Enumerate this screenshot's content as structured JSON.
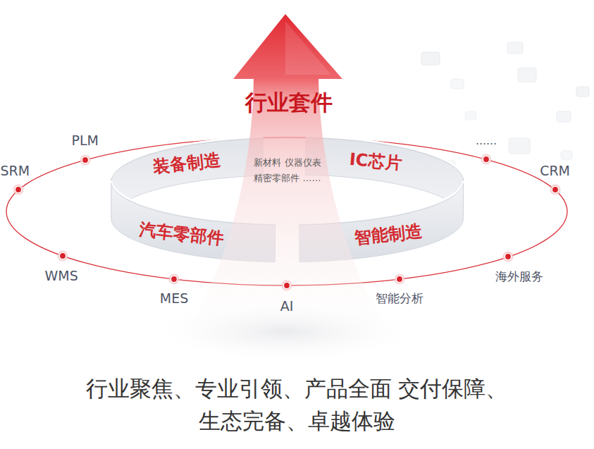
{
  "diagram": {
    "caption": "行业聚焦、专业引领、产品全面 交付保障、生态完备、卓越体验",
    "nodes": [
      {
        "text": [
          "行业套件",
          "新材料 仪器仪表 精密零部件 ……"
        ]
      },
      {
        "text": [
          "装备制造"
        ]
      },
      {
        "text": [
          "IC芯片"
        ]
      },
      {
        "text": [
          "汽车零部件"
        ]
      },
      {
        "text": [
          "智能制造"
        ]
      },
      {
        "text": [
          "PLM"
        ]
      },
      {
        "text": [
          "SRM"
        ]
      },
      {
        "text": [
          "WMS"
        ]
      },
      {
        "text": [
          "MES"
        ]
      },
      {
        "text": [
          "AI"
        ]
      },
      {
        "text": [
          "智能分析"
        ]
      },
      {
        "text": [
          "海外服务"
        ]
      },
      {
        "text": [
          "CRM"
        ]
      },
      {
        "text": [
          "……"
        ]
      }
    ]
  }
}
